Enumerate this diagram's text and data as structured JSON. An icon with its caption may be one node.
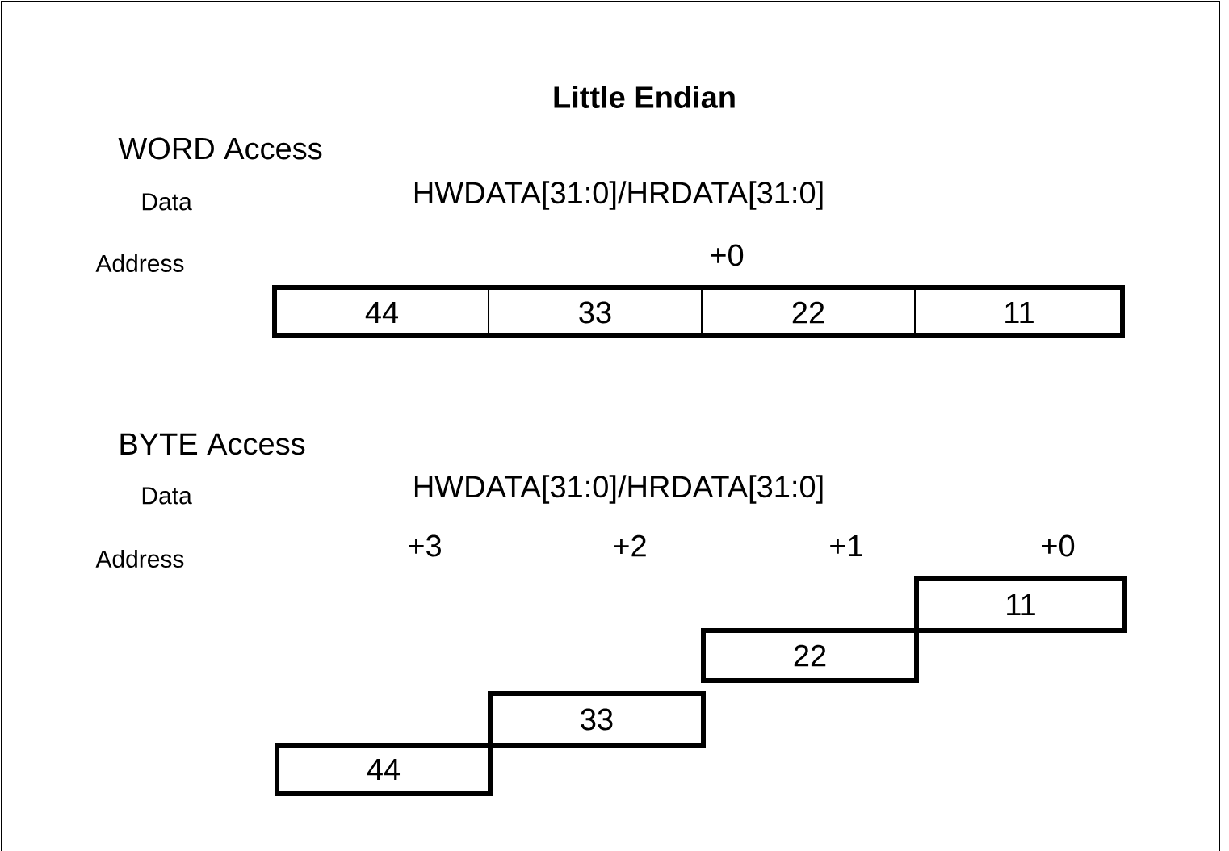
{
  "diagram": {
    "title": "Little Endian",
    "nodes": [
      {
        "text": [
          "44"
        ]
      },
      {
        "text": [
          "33"
        ]
      },
      {
        "text": [
          "22"
        ]
      },
      {
        "text": [
          "11"
        ]
      },
      {
        "text": [
          "11"
        ]
      },
      {
        "text": [
          "22"
        ]
      },
      {
        "text": [
          "33"
        ]
      },
      {
        "text": [
          "44"
        ]
      }
    ],
    "edges": [],
    "labels": [
      "WORD Access",
      "Data",
      "HWDATA[31:0]/HRDATA[31:0]",
      "Address",
      "+0",
      "BYTE Access",
      "Data",
      "HWDATA[31:0]/HRDATA[31:0]",
      "Address",
      "+3",
      "+2",
      "+1",
      "+0"
    ]
  }
}
